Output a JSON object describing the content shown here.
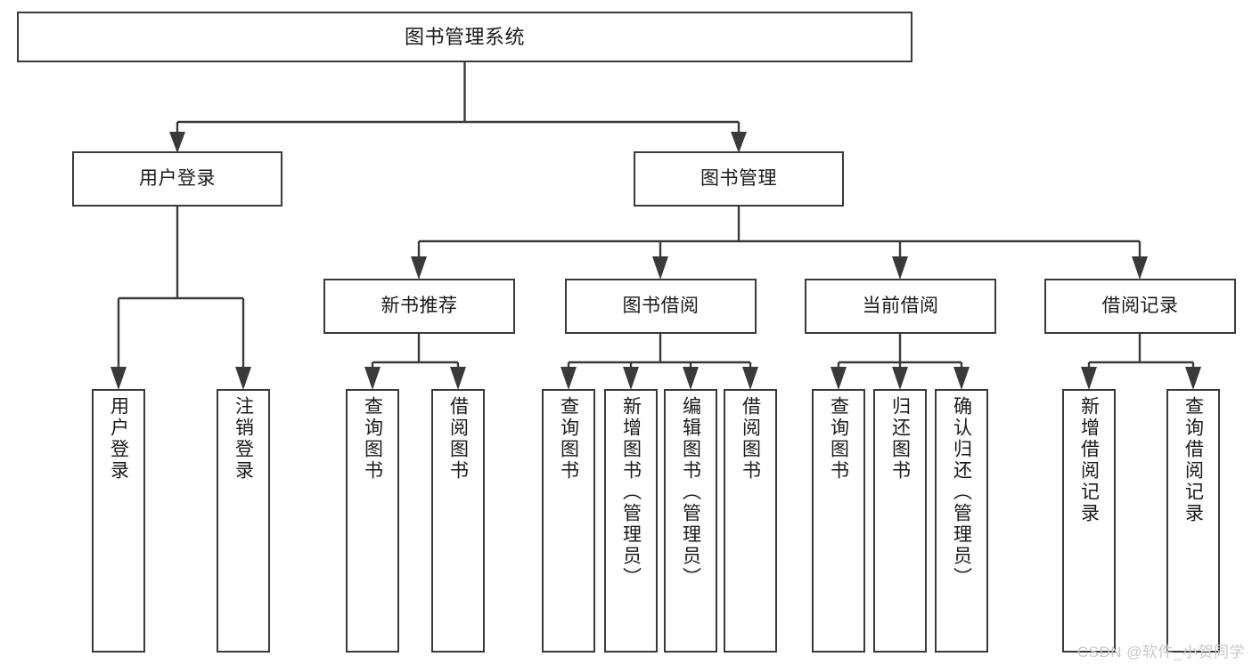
{
  "diagram": {
    "title": "图书管理系统",
    "type": "tree-hierarchy-diagram",
    "watermark": "CSDN @软件_小贺同学",
    "colors": {
      "box_border": "#3a3a3a",
      "box_fill": "#ffffff",
      "link": "#3a3a3a",
      "text": "#1a1a1a",
      "watermark": "#c9c9c9"
    },
    "nodes": {
      "root": {
        "label": "图书管理系统"
      },
      "level2": [
        {
          "label": "用户登录"
        },
        {
          "label": "图书管理"
        }
      ],
      "level3": [
        {
          "label": "新书推荐"
        },
        {
          "label": "图书借阅"
        },
        {
          "label": "当前借阅"
        },
        {
          "label": "借阅记录"
        }
      ],
      "leaves": {
        "user_login": [
          {
            "label": "用户登录"
          },
          {
            "label": "注销登录"
          }
        ],
        "new_book_recommend": [
          {
            "label": "查询图书"
          },
          {
            "label": "借阅图书"
          }
        ],
        "book_borrow": [
          {
            "label": "查询图书"
          },
          {
            "label": "新增图书（管理员）"
          },
          {
            "label": "编辑图书（管理员）"
          },
          {
            "label": "借阅图书"
          }
        ],
        "current_borrow": [
          {
            "label": "查询图书"
          },
          {
            "label": "归还图书"
          },
          {
            "label": "确认归还（管理员）"
          }
        ],
        "borrow_records": [
          {
            "label": "新增借阅记录"
          },
          {
            "label": "查询借阅记录"
          }
        ]
      }
    }
  }
}
